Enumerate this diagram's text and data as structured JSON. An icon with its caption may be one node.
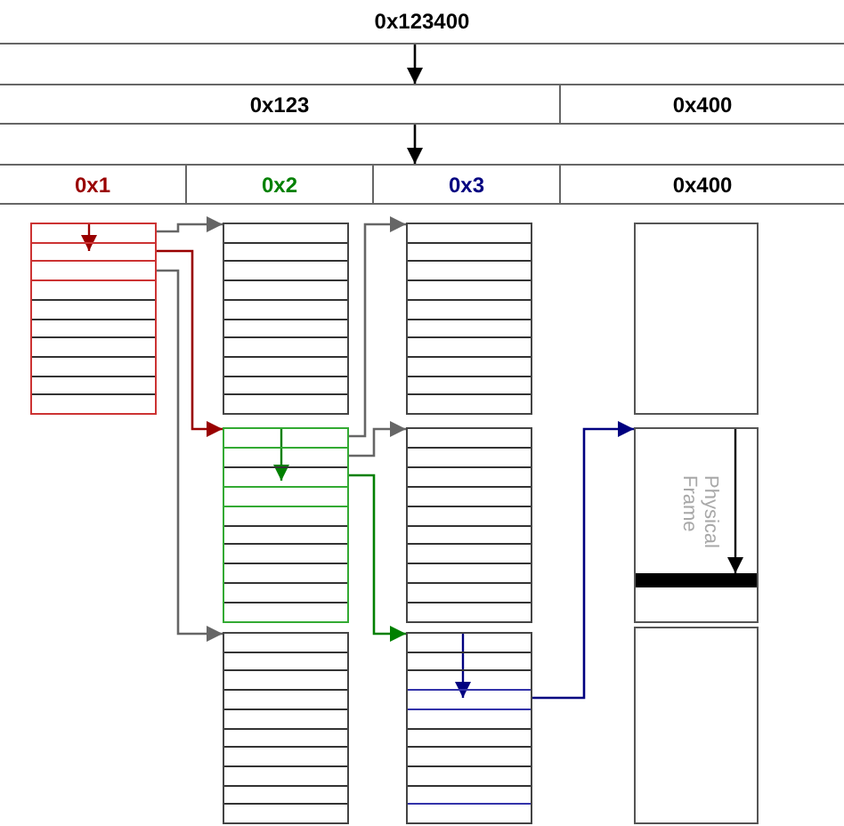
{
  "diagram": {
    "nodes": [
      {
        "text": [
          "0x123400"
        ]
      },
      {
        "text": [
          "0x123"
        ]
      },
      {
        "text": [
          "0x400"
        ]
      },
      {
        "text": [
          "0x1"
        ]
      },
      {
        "text": [
          "0x2"
        ]
      },
      {
        "text": [
          "0x3"
        ]
      },
      {
        "text": [
          "0x400"
        ]
      },
      {
        "text": [],
        "shape": "box"
      },
      {
        "text": [],
        "shape": "box"
      },
      {
        "text": [],
        "shape": "box"
      },
      {
        "text": [],
        "shape": "box"
      },
      {
        "text": [],
        "shape": "box"
      },
      {
        "text": [],
        "shape": "box"
      },
      {
        "text": [],
        "shape": "box"
      },
      {
        "text": [],
        "shape": "box"
      },
      {
        "text": [
          "Physical Frame"
        ]
      },
      {
        "text": [],
        "shape": "box"
      }
    ],
    "edges": [
      {
        "from": 0,
        "to": 1,
        "arrow": "to",
        "color": "#000000"
      },
      {
        "from": 1,
        "to": 5,
        "arrow": "to",
        "color": "#000000"
      },
      {
        "from": 7,
        "to": 8,
        "arrow": "to"
      },
      {
        "from": 7,
        "to": 9,
        "arrow": "to",
        "color": "#990000"
      },
      {
        "from": 7,
        "to": 10,
        "arrow": "to"
      },
      {
        "from": 9,
        "to": 11,
        "arrow": "to"
      },
      {
        "from": 9,
        "to": 12,
        "arrow": "to"
      },
      {
        "from": 9,
        "to": 13,
        "arrow": "to",
        "color": "#008000"
      },
      {
        "from": 13,
        "to": 15,
        "arrow": "to",
        "color": "#000080"
      }
    ]
  }
}
